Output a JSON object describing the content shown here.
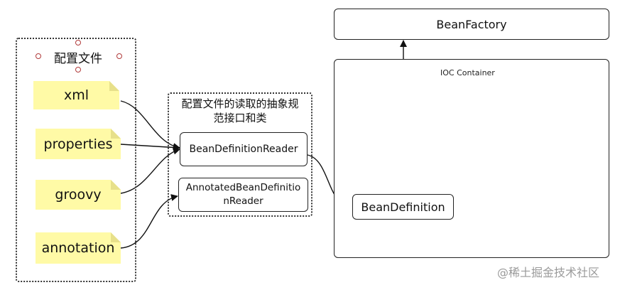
{
  "config_group": {
    "title": "配置文件",
    "files": [
      "xml",
      "properties",
      "groovy",
      "annotation"
    ]
  },
  "reader_group": {
    "title": "配置文件的读取的抽象规范接口和类",
    "reader": "BeanDefinitionReader",
    "annotated_reader": "AnnotatedBeanDefinitionReader"
  },
  "container": {
    "title": "IOC Container",
    "bean_definition": "BeanDefinition"
  },
  "bean_factory": "BeanFactory",
  "watermark": "@稀土掘金技术社区",
  "colors": {
    "note_fill": "#fffaa6",
    "line": "#222222"
  }
}
